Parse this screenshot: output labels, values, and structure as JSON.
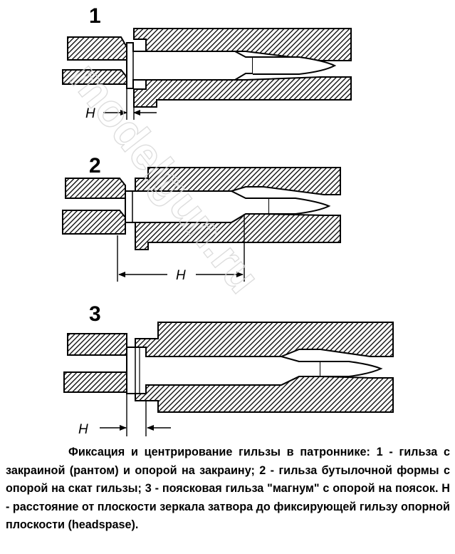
{
  "figure": {
    "labels": [
      "1",
      "2",
      "3"
    ],
    "dimension_label": "H",
    "watermark": "modelgun.ru"
  },
  "caption": "Фиксация и центрирование гильзы в патроннике: 1 - гильза с закраиной (рантом) и опорой на закраину; 2 - гильза бутылочной формы с опорой на скат гильзы; 3 - поясковая гильза \"магнум\" с опорой на поясок. Н - расстояние от плоскости зеркала затвора до фиксирующей гильзу опорной плоскости (headspase).",
  "colors": {
    "ink": "#000000",
    "hatch": "#000000",
    "background": "#ffffff",
    "watermark": "#d8d8d8"
  }
}
